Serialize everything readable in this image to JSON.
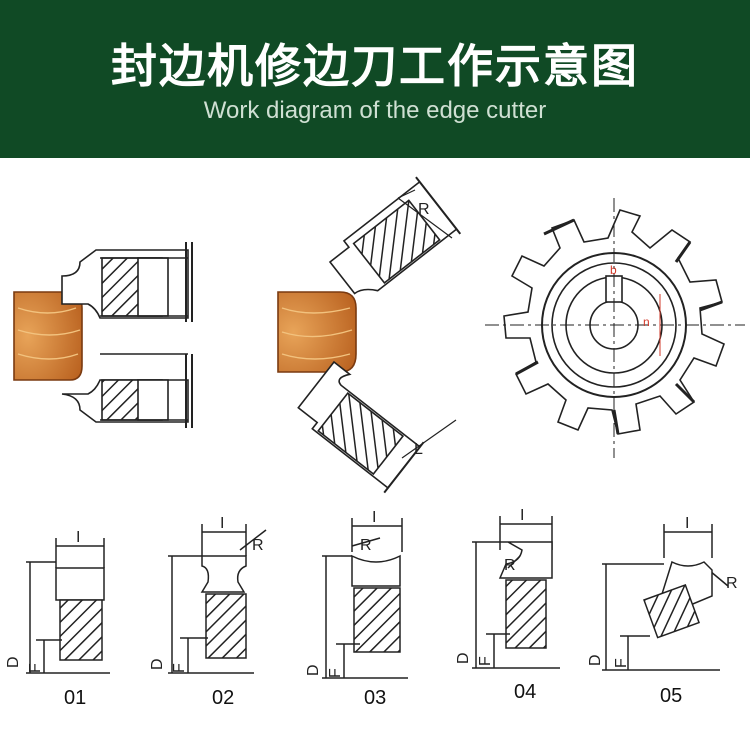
{
  "header": {
    "title": "封边机修边刀工作示意图",
    "subtitle": "Work diagram of the edge cutter"
  },
  "colors": {
    "header_bg": "#104a25",
    "wood": "#c8702a",
    "wood_ring": "#e6a25a",
    "dimension_red": "#d23a2a"
  },
  "diagram_labels": {
    "R": "R",
    "L": "L",
    "b": "b",
    "n": "n",
    "I": "I",
    "D": "D",
    "F": "F"
  },
  "profiles": [
    {
      "number": "01",
      "dim_top": "I",
      "dim_left_outer": "D",
      "dim_left_inner": "F"
    },
    {
      "number": "02",
      "dim_top": "I",
      "dim_radius": "R",
      "dim_left_outer": "D",
      "dim_left_inner": "F"
    },
    {
      "number": "03",
      "dim_top": "I",
      "dim_radius": "R",
      "dim_left_outer": "D",
      "dim_left_inner": "F"
    },
    {
      "number": "04",
      "dim_top": "I",
      "dim_radius": "R",
      "dim_left_outer": "D",
      "dim_left_inner": "F"
    },
    {
      "number": "05",
      "dim_top": "I",
      "dim_radius": "R",
      "dim_left_outer": "D",
      "dim_left_inner": "F"
    }
  ]
}
